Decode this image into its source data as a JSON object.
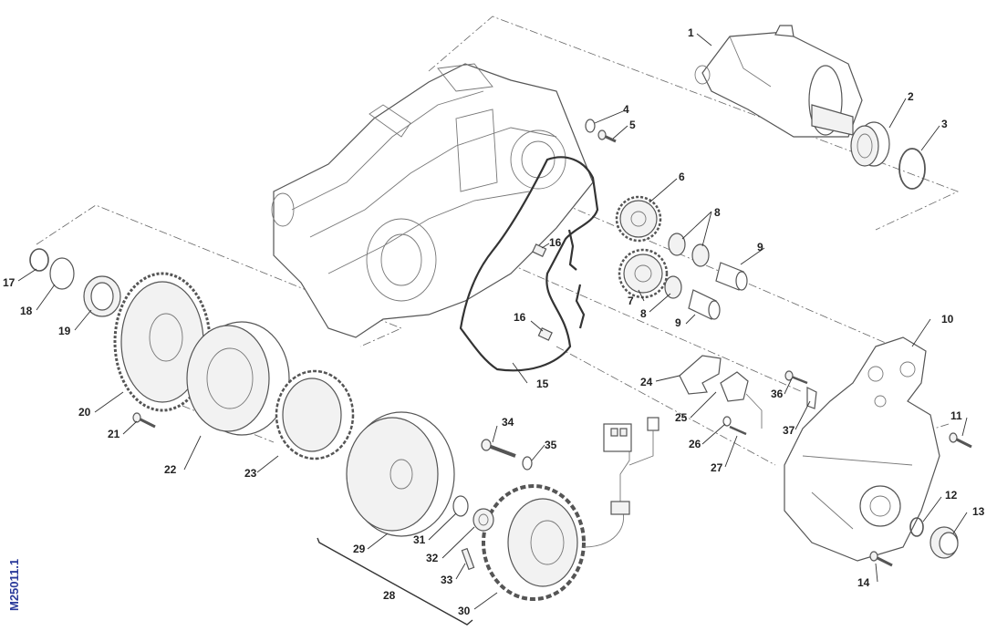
{
  "drawing_ref": "M25011.1",
  "colors": {
    "line": "#555555",
    "label": "#222222",
    "ref_text": "#2a3a9a"
  },
  "callouts": [
    "1",
    "2",
    "3",
    "4",
    "5",
    "6",
    "7",
    "8",
    "8",
    "9",
    "9",
    "10",
    "11",
    "12",
    "13",
    "14",
    "15",
    "16",
    "16",
    "17",
    "18",
    "19",
    "20",
    "21",
    "22",
    "23",
    "24",
    "25",
    "26",
    "27",
    "28",
    "29",
    "30",
    "31",
    "32",
    "33",
    "34",
    "35",
    "36",
    "37"
  ]
}
